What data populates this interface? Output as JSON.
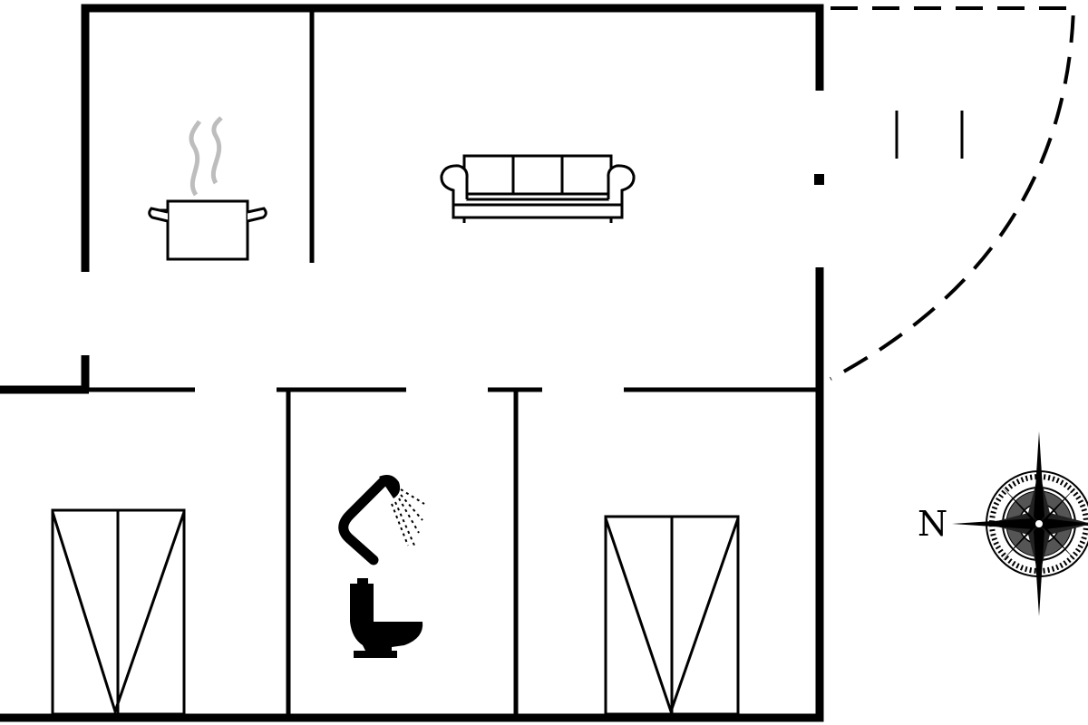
{
  "floor_plan": {
    "compass": {
      "north_label": "N"
    },
    "rooms": [
      {
        "name": "kitchen",
        "icon": "cooking-pot-icon"
      },
      {
        "name": "living-room",
        "icon": "sofa-icon"
      },
      {
        "name": "bedroom-left",
        "icon": "bed-icon"
      },
      {
        "name": "bathroom",
        "icon": "shower-icon"
      },
      {
        "name": "bathroom",
        "icon": "toilet-icon"
      },
      {
        "name": "bedroom-right",
        "icon": "bed-icon"
      }
    ],
    "colors": {
      "walls": "#000000",
      "steam": "#bdbdbd",
      "background": "#ffffff"
    }
  }
}
